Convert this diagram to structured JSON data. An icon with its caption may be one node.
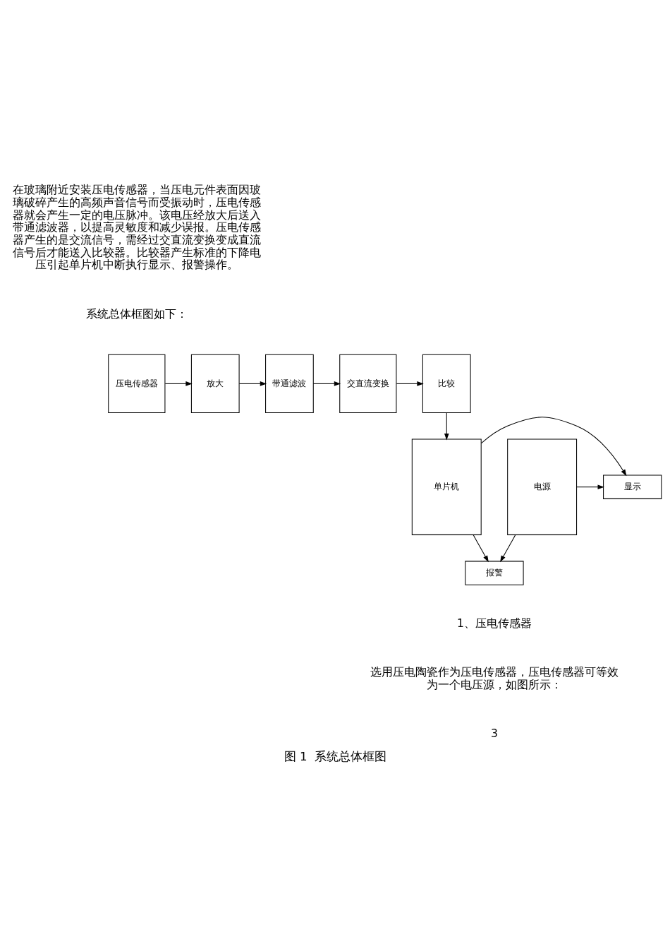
{
  "diagram": {
    "caption": "图 1  系统总体框图",
    "nodes": [
      {
        "text": [
          "压电传感器"
        ]
      },
      {
        "text": [
          "放大"
        ]
      },
      {
        "text": [
          "带通滤波"
        ]
      },
      {
        "text": [
          "交直流变换"
        ]
      },
      {
        "text": [
          "比较"
        ]
      },
      {
        "text": [
          "电源"
        ]
      },
      {
        "text": [
          "显示"
        ]
      },
      {
        "text": [
          "单片机"
        ]
      },
      {
        "text": [
          "报警"
        ]
      }
    ],
    "edges": [
      {
        "from": 0,
        "to": 1,
        "arrow": "to"
      },
      {
        "from": 1,
        "to": 2,
        "arrow": "to"
      },
      {
        "from": 2,
        "to": 3,
        "arrow": "to"
      },
      {
        "from": 3,
        "to": 4,
        "arrow": "to"
      },
      {
        "from": 4,
        "to": 7,
        "arrow": "to"
      },
      {
        "from": 5,
        "to": 6,
        "arrow": "to"
      },
      {
        "from": 7,
        "to": 6,
        "arrow": "to"
      },
      {
        "from": 5,
        "to": 8,
        "arrow": "to"
      },
      {
        "from": 7,
        "to": 8,
        "arrow": "to"
      }
    ],
    "labels": [
      "在玻璃附近安装压电传感器，当压电元件表面因玻璃破碎产生的高频声音信号而受振动时，压电传感器就会产生一定的电压脉冲。该电压经放大后送入带通滤波器，以提高灵敏度和减少误报。压电传感器产生的是交流信号，需经过交直流变换变成直流信号后才能送入比较器。比较器产生标准的下降电压引起单片机中断执行显示、报警操作。",
      "系统总体框图如下：",
      "1、压电传感器",
      "选用压电陶瓷作为压电传感器，压电传感器可等效为一个电压源，如图所示：",
      "3"
    ]
  }
}
